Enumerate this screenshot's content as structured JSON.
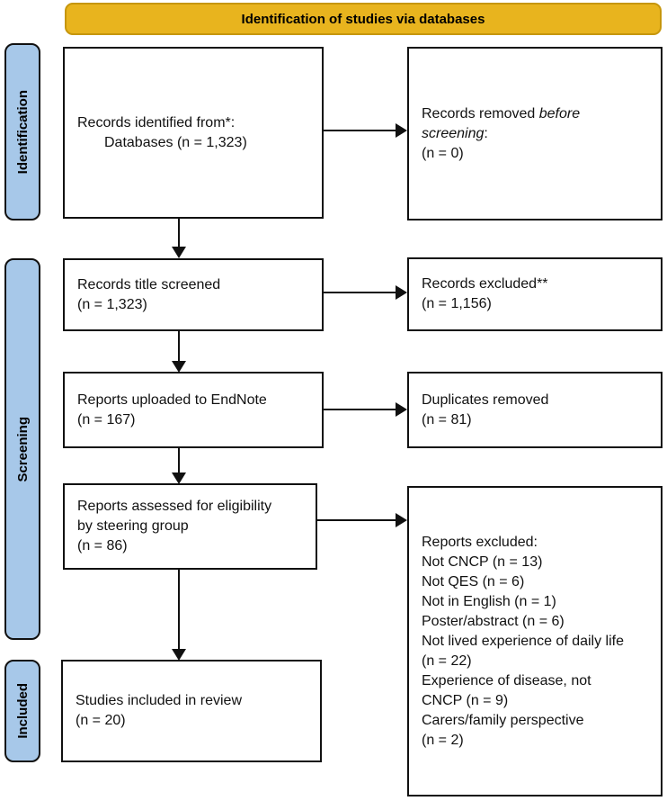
{
  "banner": {
    "title": "Identification of studies via databases"
  },
  "stages": [
    {
      "label": "Identification"
    },
    {
      "label": "Screening"
    },
    {
      "label": "Included"
    }
  ],
  "boxes": {
    "records_identified": {
      "lines": [
        "Records identified from*:",
        "Databases (n = 1,323)"
      ]
    },
    "records_removed": {
      "line1_normal": "Records removed ",
      "line1_italic": "before",
      "line2_italic": "screening",
      "line2_normal": ":",
      "line3": "(n = 0)"
    },
    "title_screened": {
      "lines": [
        "Records title screened",
        "(n = 1,323)"
      ]
    },
    "records_excluded": {
      "lines": [
        "Records excluded**",
        "(n = 1,156)"
      ]
    },
    "uploaded_endnote": {
      "lines": [
        "Reports uploaded to EndNote",
        "(n = 167)"
      ]
    },
    "duplicates_removed": {
      "lines": [
        "Duplicates removed",
        "(n = 81)"
      ]
    },
    "assessed_eligibility": {
      "lines": [
        "Reports assessed for eligibility",
        "by steering group",
        "(n = 86)"
      ]
    },
    "reports_excluded_reasons": {
      "lines": [
        "Reports excluded:",
        "Not CNCP (n = 13)",
        "Not QES (n = 6)",
        "Not in English (n = 1)",
        "Poster/abstract (n = 6)",
        "Not lived experience of daily life",
        "(n = 22)",
        "Experience of disease, not",
        "CNCP (n = 9)",
        "Carers/family perspective",
        "(n = 2)"
      ]
    },
    "included_review": {
      "lines": [
        "Studies included in review",
        "(n = 20)"
      ]
    }
  },
  "colors": {
    "banner_fill": "#E8B41E",
    "banner_border": "#C6960C",
    "stage_fill": "#A7C8E9",
    "box_border": "#111111"
  }
}
